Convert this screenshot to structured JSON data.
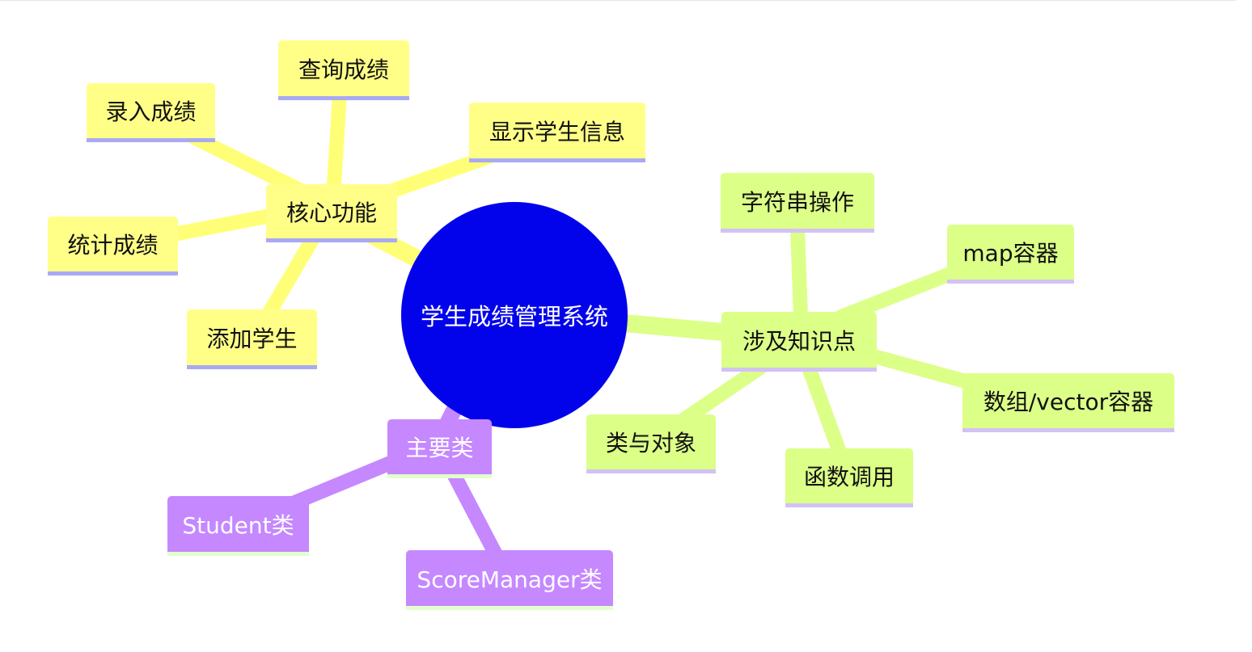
{
  "root": {
    "label": "学生成绩管理系统"
  },
  "branches": {
    "core": {
      "label": "核心功能",
      "children": [
        "查询成绩",
        "录入成绩",
        "显示学生信息",
        "统计成绩",
        "添加学生"
      ]
    },
    "knowledge": {
      "label": "涉及知识点",
      "children": [
        "字符串操作",
        "map容器",
        "数组/vector容器",
        "函数调用",
        "类与对象"
      ]
    },
    "classes": {
      "label": "主要类",
      "children": [
        "Student类",
        "ScoreManager类"
      ]
    }
  },
  "colors": {
    "root_fill": "#0303eb",
    "core_fill": "#ffff88",
    "core_edge": "#ffff77",
    "core_underline": "#a9aaf3",
    "knowledge_fill": "#dcff88",
    "knowledge_edge": "#dcff88",
    "knowledge_underline": "#d2c2f5",
    "classes_fill": "#c588ff",
    "classes_edge": "#c588ff",
    "classes_underline": "#e2ffcc"
  }
}
